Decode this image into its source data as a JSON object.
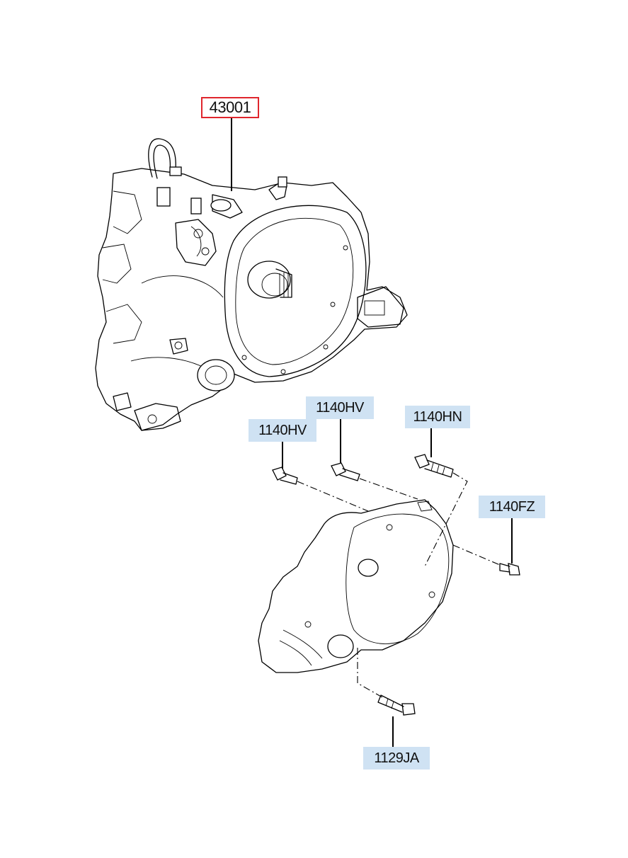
{
  "diagram": {
    "colors": {
      "highlight_border": "#e0262d",
      "label_background": "#cfe2f3",
      "line": "#000000"
    },
    "callouts": [
      {
        "id": "c1",
        "label": "43001",
        "style": "red"
      },
      {
        "id": "c2",
        "label": "1140HV",
        "style": "blue"
      },
      {
        "id": "c3",
        "label": "1140HN",
        "style": "blue"
      },
      {
        "id": "c4",
        "label": "1140HV",
        "style": "blue"
      },
      {
        "id": "c5",
        "label": "1140FZ",
        "style": "blue"
      },
      {
        "id": "c6",
        "label": "1129JA",
        "style": "blue"
      }
    ]
  }
}
